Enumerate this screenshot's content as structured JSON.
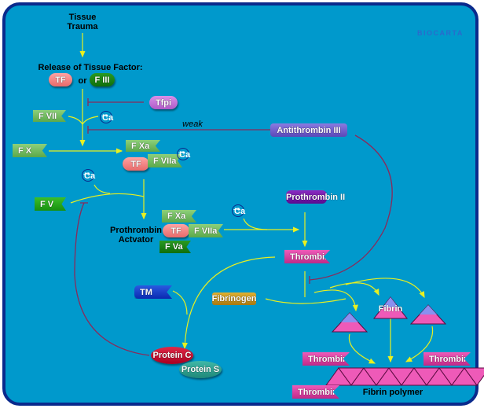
{
  "title": "Coagulation Cascade (Extrinsic Pathway)",
  "logo": "BIOCARTA",
  "labels": {
    "tissue_trauma": "Tissue\nTrauma",
    "release": "Release of Tissue Factor:",
    "or": "or",
    "weak": "weak",
    "prothrombin_activator": "Prothrombin\nActvator",
    "fibrin_polymer": "Fibrin polymer"
  },
  "nodes": {
    "tf1": "TF",
    "f3": "F III",
    "tfpi": "Tfpi",
    "f7": "F VII",
    "antithrombin": "Antithrombin III",
    "fx": "F X",
    "fxa1": "F Xa",
    "tf2": "TF",
    "f7a1": "F VIIa",
    "fv": "F V",
    "prothrombin": "Prothrombin II",
    "fxa2": "F Xa",
    "tf3": "TF",
    "f7a2": "F VIIa",
    "fva": "F Va",
    "thrombin": "Thrombin",
    "tm": "TM",
    "fibrinogen": "Fibrinogen",
    "fibrin": "Fibrin",
    "protein_c": "Protein C",
    "protein_s": "Protein S",
    "thrombin_left": "Thrombin",
    "thrombin_right": "Thrombin",
    "thrombin_bottom": "Thrombin"
  },
  "ca": "Ca",
  "ca_sup": "++",
  "colors": {
    "background": "#0099cc",
    "frame": "#0a2a8c",
    "activation": "#e8f020",
    "inhibition": "#8a2a5a"
  }
}
